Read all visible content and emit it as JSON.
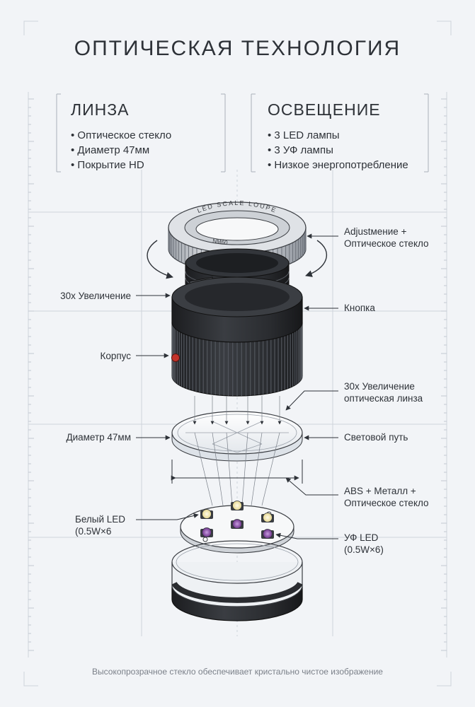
{
  "title": "ОПТИЧЕСКАЯ ТЕХНОЛОГИЯ",
  "lens_panel": {
    "heading": "ЛИНЗА",
    "items": [
      "Оптическое стекло",
      "Диаметр 47мм",
      "Покрытие HD"
    ]
  },
  "light_panel": {
    "heading": "ОСВЕЩЕНИЕ",
    "items": [
      "3 LED лампы",
      "3 УФ лампы",
      "Низкое энергопотребление"
    ]
  },
  "ring_text": {
    "top": "LED SCALE LOUPE",
    "bottom": "NM60"
  },
  "callouts": {
    "adjustment": [
      "Adjustмение +",
      "Оптическое стекло"
    ],
    "button": "Кнопка",
    "magnification_left": "30x Увеличение",
    "body": "Корпус",
    "lens_right": [
      "30x Увеличение",
      "оптическая линза"
    ],
    "diameter": "Диаметр 47мм",
    "light_path": "Световой путь",
    "material": [
      "ABS + Металл +",
      "Оптическое стекло"
    ],
    "white_led": [
      "Белый LED",
      "(0.5W×6"
    ],
    "uv_led": [
      "УФ LED",
      "(0.5W×6)"
    ]
  },
  "footer": "Высокопрозрачное стекло обеспечивает кристально чистое изображение",
  "colors": {
    "background": "#f2f4f7",
    "body_dark": "#2a2c30",
    "ring_silver": "#c9cdd3",
    "led_white": "#f2e7b6",
    "led_uv": "#8a4ea6",
    "text": "#2e3238"
  },
  "icons": [
    "rotate-arrow-icon",
    "callout-arrow-icon",
    "red-button-icon"
  ]
}
